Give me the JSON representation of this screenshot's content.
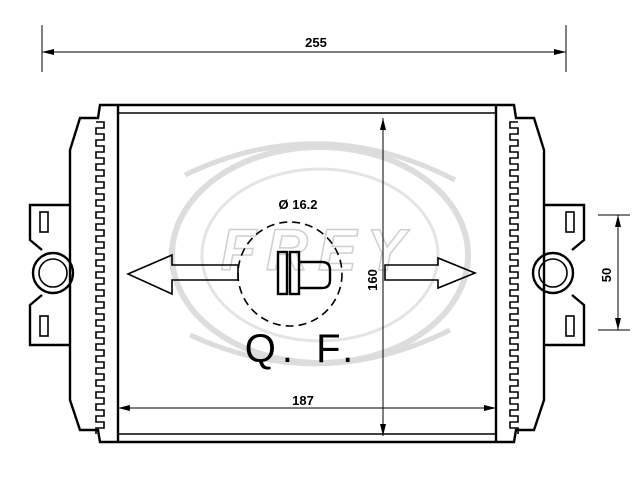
{
  "dimensions": {
    "overall_width": "255",
    "core_width": "187",
    "core_height": "160",
    "bracket_spacing": "50",
    "port_diameter": "Ø 16.2"
  },
  "marking": {
    "text": "Q. F."
  },
  "watermark": {
    "text": "FREY",
    "color": "#cfcfcf"
  },
  "icons": {
    "flow_in": "left-arrow-icon",
    "flow_out": "right-arrow-icon",
    "port": "connector-circle-icon"
  }
}
